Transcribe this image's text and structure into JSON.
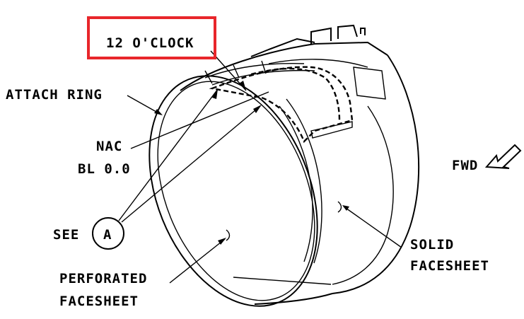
{
  "labels": {
    "twelve_oclock": "12 O'CLOCK",
    "attach_ring": "ATTACH RING",
    "nac_line1": "NAC",
    "nac_line2": "BL 0.0",
    "fwd": "FWD",
    "see": "SEE",
    "callout_letter": "A",
    "solid_line1": "SOLID",
    "solid_line2": "FACESHEET",
    "perf_line1": "PERFORATED",
    "perf_line2": "FACESHEET"
  },
  "colors": {
    "highlight_box": "#e8262b",
    "line": "#000000",
    "background": "#ffffff"
  },
  "icons": {
    "fwd_arrow": "forward-arrow-icon"
  }
}
